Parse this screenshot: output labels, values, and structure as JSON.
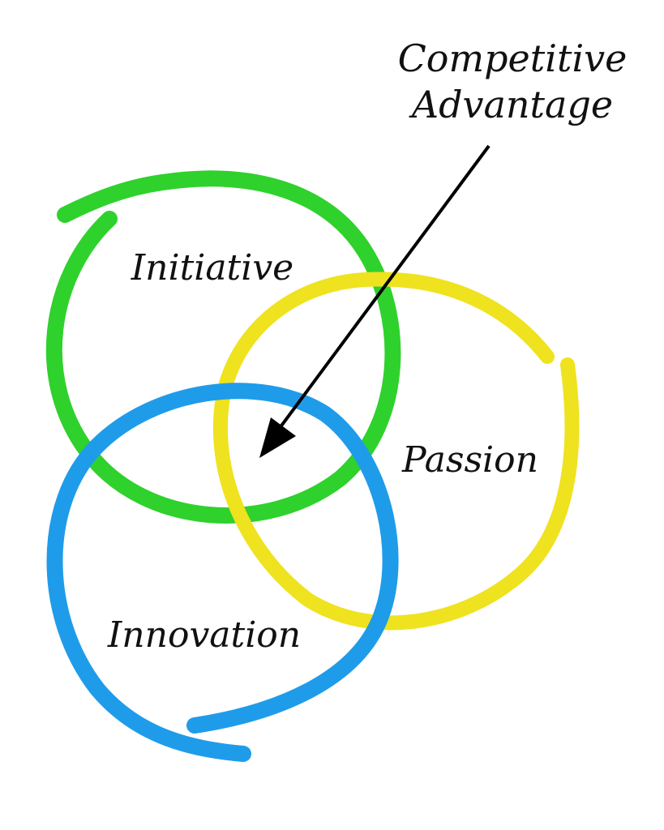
{
  "title": {
    "line1": "Competitive",
    "line2": "Advantage"
  },
  "circles": [
    {
      "label": "Initiative",
      "color": "#2fd12c"
    },
    {
      "label": "Passion",
      "color": "#efe21f"
    },
    {
      "label": "Innovation",
      "color": "#1f9ce9"
    }
  ],
  "arrow_color": "#000000"
}
